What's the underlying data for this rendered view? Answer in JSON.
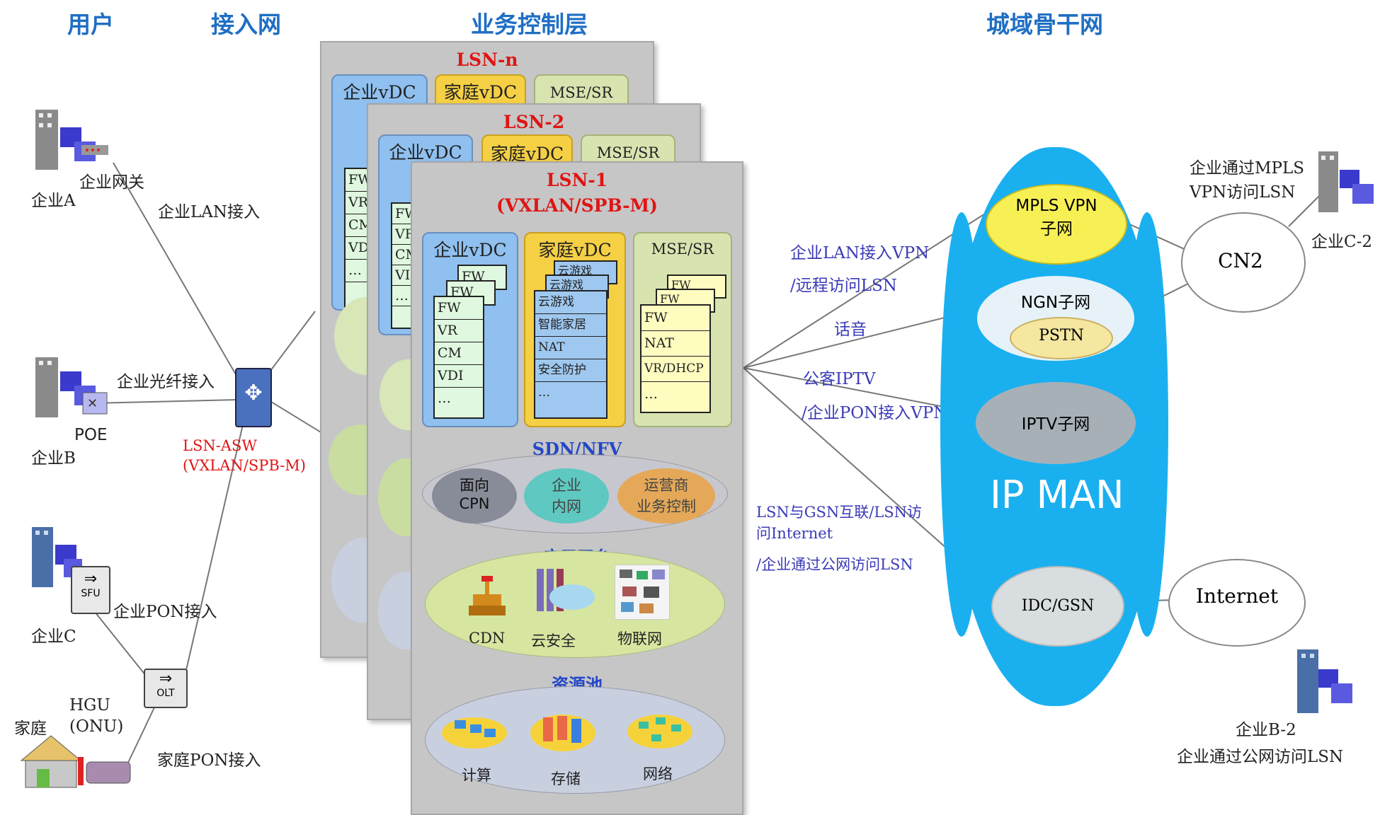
{
  "headers": {
    "user": "用户",
    "access": "接入网",
    "control": "业务控制层",
    "metro": "城域骨干网"
  },
  "users": {
    "entA": "企业A",
    "entA_gw": "企业网关",
    "entA_link": "企业LAN接入",
    "entB": "企业B",
    "entB_poe": "POE",
    "entB_link": "企业光纤接入",
    "entC": "企业C",
    "entC_sfu": "SFU",
    "entC_link": "企业PON接入",
    "olt": "OLT",
    "home": "家庭",
    "hgu": "HGU",
    "onu": "(ONU)",
    "home_link": "家庭PON接入"
  },
  "asw": {
    "line1": "LSN-ASW",
    "line2": "(VXLAN/SPB-M)"
  },
  "lsn_n": {
    "title": "LSN-n",
    "ent": "企业vDC",
    "home": "家庭vDC",
    "mse": "MSE/SR",
    "items": [
      "FW",
      "VR",
      "CM",
      "VD",
      "…"
    ]
  },
  "lsn_2": {
    "title": "LSN-2",
    "ent": "企业vDC",
    "home": "家庭vDC",
    "mse": "MSE/SR",
    "items": [
      "FW",
      "VR",
      "CM",
      "VI",
      "…"
    ]
  },
  "lsn_1": {
    "title": "LSN-1",
    "subtitle": "(VXLAN/SPB-M)",
    "ent": "企业vDC",
    "home": "家庭vDC",
    "mse": "MSE/SR",
    "ent_back": [
      "FW",
      "FW"
    ],
    "ent_items": [
      "FW",
      "VR",
      "CM",
      "VDI",
      "…"
    ],
    "home_back": [
      "云游戏",
      "云游戏"
    ],
    "home_items": [
      "云游戏",
      "智能家居",
      "NAT",
      "安全防护",
      "…"
    ],
    "mse_back": [
      "FW",
      "FW"
    ],
    "mse_items": [
      "FW",
      "NAT",
      "VR/DHCP",
      "…"
    ],
    "sdn": {
      "title": "SDN/NFV",
      "a1": "面向",
      "a2": "CPN",
      "b1": "企业",
      "b2": "内网",
      "c1": "运营商",
      "c2": "业务控制"
    },
    "app": {
      "title": "应用平台",
      "cdn": "CDN",
      "sec": "云安全",
      "iot": "物联网"
    },
    "pool": {
      "title": "资源池",
      "compute": "计算",
      "storage": "存储",
      "network": "网络"
    }
  },
  "links": {
    "l1": "企业LAN接入VPN",
    "l2": "/远程访问LSN",
    "l3": "话音",
    "l4": "公客IPTV",
    "l5": "/企业PON接入VPN",
    "l6": "LSN与GSN互联/LSN访",
    "l7": "问Internet",
    "l8": "/企业通过公网访问LSN"
  },
  "metro": {
    "ipman": "IP MAN",
    "mpls1": "MPLS VPN",
    "mpls2": "子网",
    "ngn": "NGN子网",
    "pstn": "PSTN",
    "iptv": "IPTV子网",
    "idc": "IDC/GSN",
    "cn2": "CN2",
    "internet": "Internet",
    "c2_note1": "企业通过MPLS",
    "c2_note2": "VPN访问LSN",
    "c2": "企业C-2",
    "b2": "企业B-2",
    "b2_note": "企业通过公网访问LSN"
  },
  "colors": {
    "header_blue": "#1f6fc4",
    "label_blue": "#3a3ab8",
    "red": "#e01414",
    "ipman_blue": "#1ab0f0",
    "panel_gray": "#c6c6c6"
  }
}
